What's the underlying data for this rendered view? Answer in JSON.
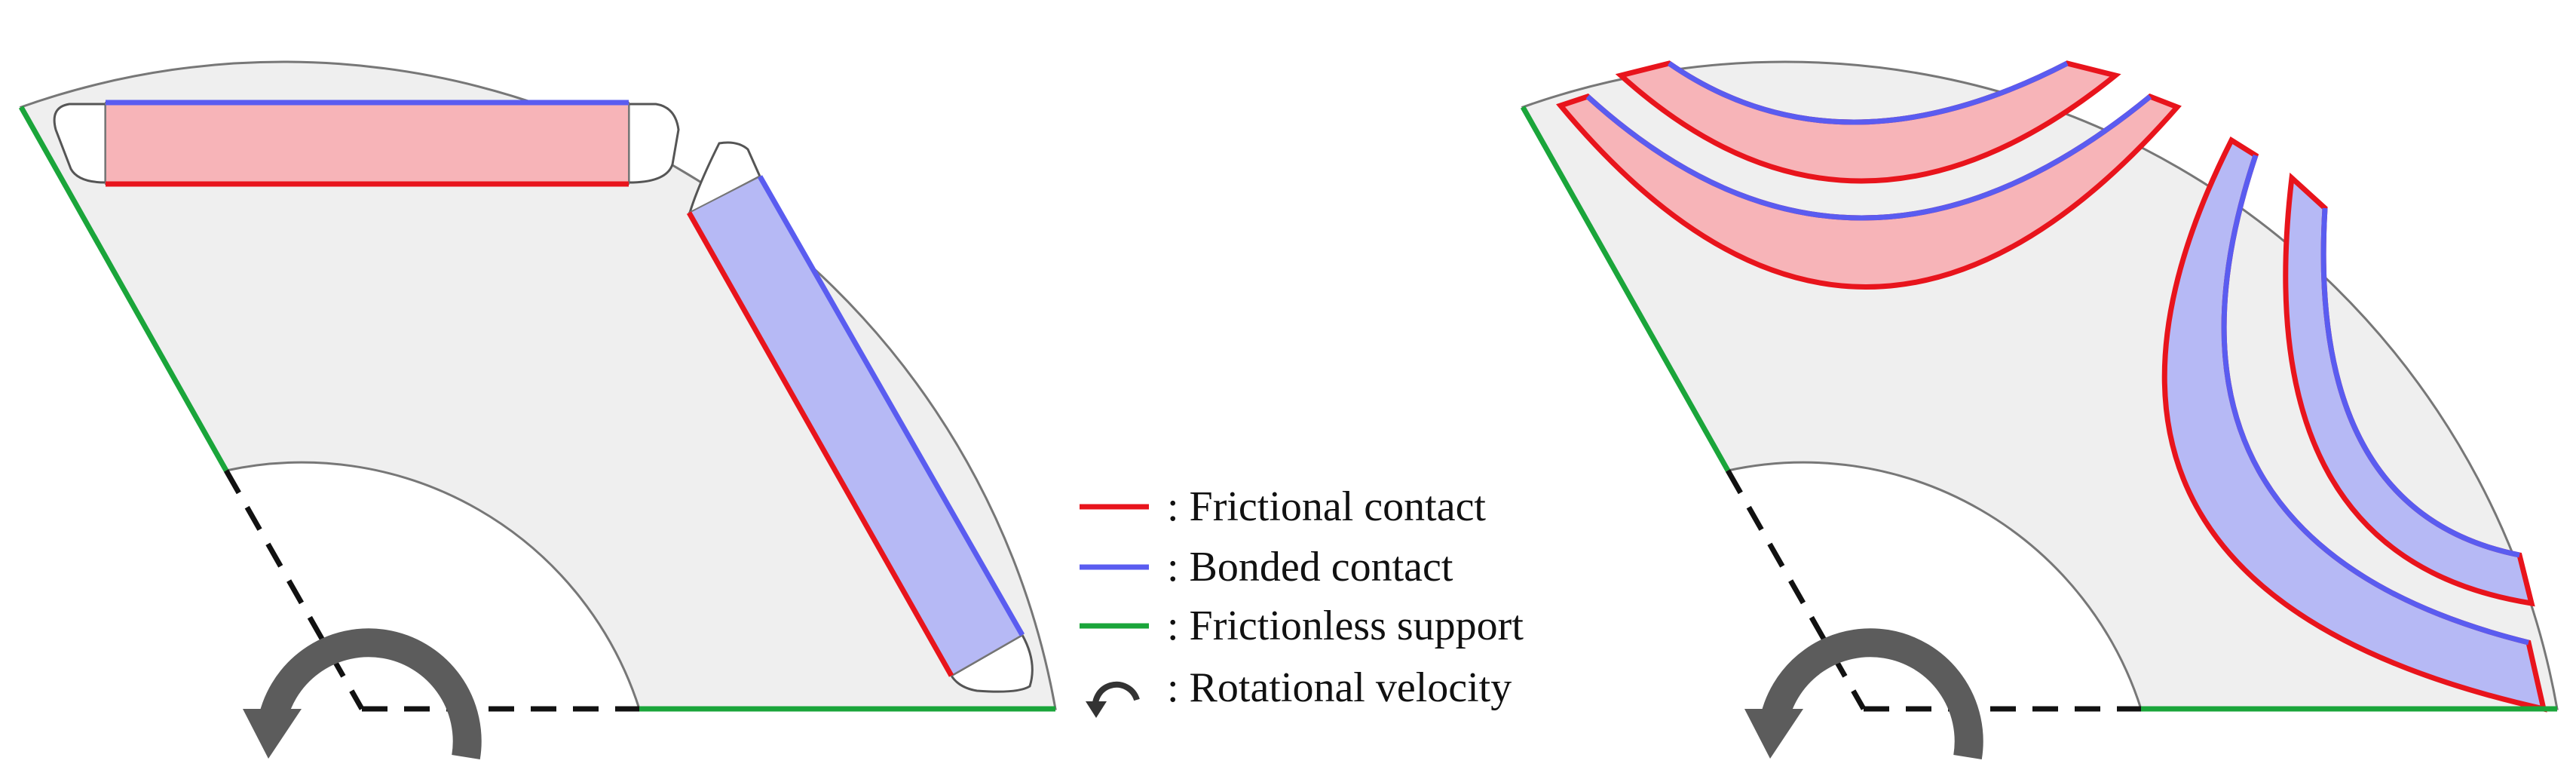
{
  "legend": {
    "items": [
      {
        "key": "frictional",
        "label": ": Frictional contact",
        "color": "#e8141c"
      },
      {
        "key": "bonded",
        "label": ": Bonded contact",
        "color": "#5a5cf0"
      },
      {
        "key": "frictionless",
        "label": ": Frictionless support",
        "color": "#1aa53a"
      },
      {
        "key": "rotation",
        "label": ": Rotational velocity",
        "icon": "rotation-arrow-icon",
        "color": "#333333"
      }
    ]
  },
  "colors": {
    "rotor_fill": "#efefef",
    "rotor_outline": "#777777",
    "magnet_red_fill": "#f7b4b8",
    "magnet_blue_fill": "#b6b9f5",
    "rotation_arrow": "#5c5c5c",
    "axis_dash": "#111111"
  }
}
